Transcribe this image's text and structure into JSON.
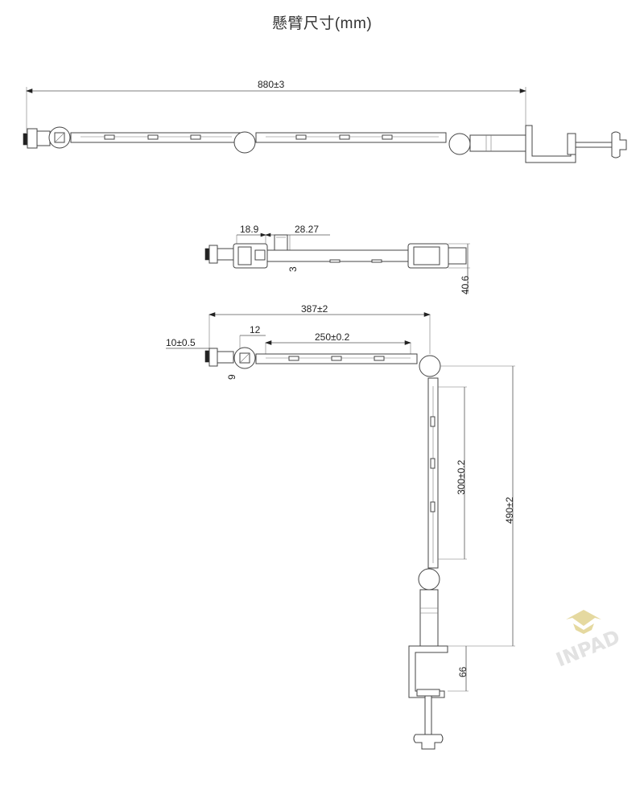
{
  "title": "懸臂尺寸(mm)",
  "dimensions": {
    "view1_length": "880±3",
    "view2_a": "18.9",
    "view2_b": "28.27",
    "view2_c": "3",
    "view2_height": "40.6",
    "view3_total": "387±2",
    "view3_offset": "12",
    "view3_segment": "250±0.2",
    "view3_tip": "10±0.5",
    "view3_small": "9",
    "view3_vertical_segment": "300±0.2",
    "view3_vertical_total": "490±2",
    "view3_clamp": "66"
  },
  "logo": {
    "text": "INPAD",
    "color": "#e5d9a0"
  }
}
